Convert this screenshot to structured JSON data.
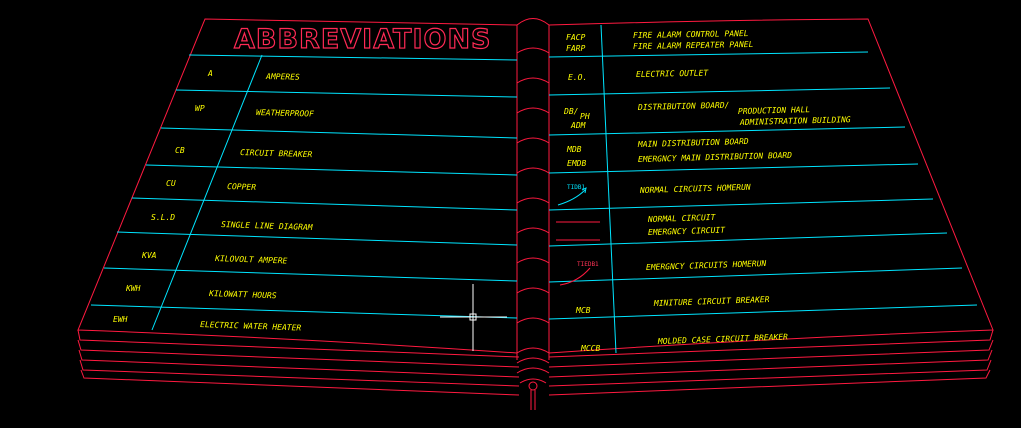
{
  "title": "ABBREVIATIONS",
  "left_rows": [
    {
      "abbr": "A",
      "text": "AMPERES"
    },
    {
      "abbr": "WP",
      "text": "WEATHERPROOF"
    },
    {
      "abbr": "CB",
      "text": "CIRCUIT BREAKER"
    },
    {
      "abbr": "CU",
      "text": "COPPER"
    },
    {
      "abbr": "S.L.D",
      "text": "SINGLE LINE DIAGRAM"
    },
    {
      "abbr": "KVA",
      "text": "KILOVOLT AMPERE"
    },
    {
      "abbr": "KWH",
      "text": "KILOWATT HOURS"
    },
    {
      "abbr": "EWH",
      "text": "ELECTRIC WATER HEATER"
    }
  ],
  "right_rows": [
    {
      "abbr": [
        "FACP",
        "FARP"
      ],
      "text": [
        "FIRE ALARM CONTROL PANEL",
        "FIRE ALARM REPEATER PANEL"
      ]
    },
    {
      "abbr": [
        "E.O."
      ],
      "text": [
        "ELECTRIC OUTLET"
      ]
    },
    {
      "abbr": [
        "DB/",
        "PH",
        "ADM"
      ],
      "text": [
        "DISTRIBUTION BOARD/",
        "PRODUCTION HALL",
        "ADMINISTRATION BUILDING"
      ]
    },
    {
      "abbr": [
        "MDB",
        "EMDB"
      ],
      "text": [
        "MAIN DISTRIBUTION BOARD",
        "EMERGNCY MAIN DISTRIBUTION BOARD"
      ]
    },
    {
      "abbr": [],
      "text": [
        "NORMAL CIRCUITS HOMERUN"
      ]
    },
    {
      "abbr": [],
      "text": [
        "NORMAL CIRCUIT",
        "EMERGNCY CIRCUIT"
      ]
    },
    {
      "abbr": [],
      "text": [
        "EMERGNCY CIRCUITS HOMERUN"
      ]
    },
    {
      "abbr": [
        "MCB"
      ],
      "text": [
        "MINITURE CIRCUIT BREAKER"
      ]
    },
    {
      "abbr": [
        "MCCB"
      ],
      "text": [
        "MOLDED CASE CIRCUIT BREAKER"
      ]
    }
  ],
  "symbols": {
    "normal_homerun_tag": "TIDB1",
    "emergency_homerun_tag": "TIEDB1"
  },
  "colors": {
    "background": "#000000",
    "outline": "#ff1a40",
    "grid": "#00e5ff",
    "text": "#ffff00",
    "cursor": "#ffffff"
  }
}
